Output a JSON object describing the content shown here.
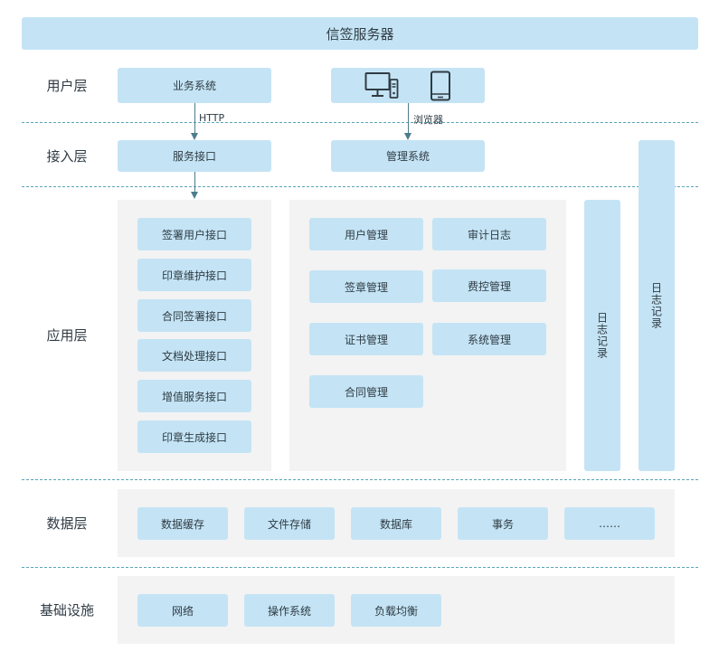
{
  "title": "信签服务器",
  "layers": {
    "user": "用户层",
    "access": "接入层",
    "app": "应用层",
    "data": "数据层",
    "infra": "基础设施"
  },
  "user_layer": {
    "business_system": "业务系统",
    "devices": [
      "desktop-computer-icon",
      "mobile-tablet-icon"
    ]
  },
  "arrows": {
    "http": "HTTP",
    "browser": "浏览器"
  },
  "access_layer": {
    "service_interface": "服务接口",
    "management_system": "管理系统"
  },
  "side_logs": {
    "inner": "日志记录",
    "outer": "日志记录"
  },
  "app_layer": {
    "interfaces": [
      "签署用户接口",
      "印章维护接口",
      "合同签署接口",
      "文档处理接口",
      "增值服务接口",
      "印章生成接口"
    ],
    "management": [
      "用户管理",
      "审计日志",
      "签章管理",
      "费控管理",
      "证书管理",
      "系统管理",
      "合同管理"
    ]
  },
  "data_layer": [
    "数据缓存",
    "文件存储",
    "数据库",
    "事务",
    "……"
  ],
  "infra_layer": [
    "网络",
    "操作系统",
    "负载均衡"
  ],
  "colors": {
    "box": "#c4e4f5",
    "panel": "#f3f3f3",
    "divider": "#5aa5b5",
    "arrow": "#4d7d8c",
    "text": "#2f3b44"
  }
}
